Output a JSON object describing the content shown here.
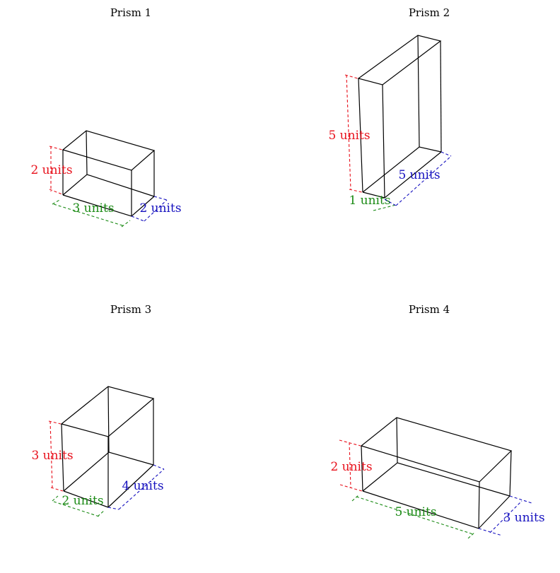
{
  "colors": {
    "edge": "#000000",
    "height": "#e8111c",
    "length": "#1a8a14",
    "depth": "#1611bf",
    "background": "#ffffff"
  },
  "prisms": [
    {
      "title": "Prism 1",
      "height_label": "2 units",
      "length_label": "3 units",
      "depth_label": "2 units"
    },
    {
      "title": "Prism 2",
      "height_label": "5 units",
      "length_label": "1 units",
      "depth_label": "5 units"
    },
    {
      "title": "Prism 3",
      "height_label": "3 units",
      "length_label": "2 units",
      "depth_label": "4 units"
    },
    {
      "title": "Prism 4",
      "height_label": "2 units",
      "length_label": "5 units",
      "depth_label": "3 units"
    }
  ]
}
